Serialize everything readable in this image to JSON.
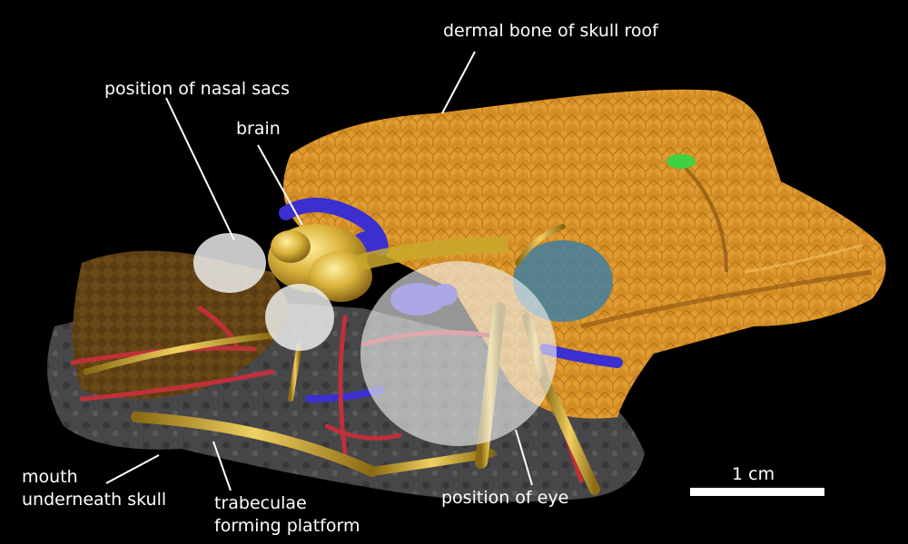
{
  "labels": {
    "skull_roof": "dermal bone of skull roof",
    "nasal_sacs": "position of nasal sacs",
    "brain": "brain",
    "mouth_line1": "mouth",
    "mouth_line2": "underneath skull",
    "trabeculae_line1": "trabeculae",
    "trabeculae_line2": "forming platform",
    "eye": "position of eye",
    "scale_bar": "1 cm"
  },
  "colors": {
    "background": "#000000",
    "skull_bone": "#d9952a",
    "brain_gold": "#d4b032",
    "vessels_red": "#c0303a",
    "vessels_blue": "#3b2fd0",
    "palate_grey": "#4a4a4c",
    "nerve_gold": "#c9a82c",
    "teal_patch": "#3f7fa0",
    "marker_green": "#3fd13f",
    "overlay_white": "#f2f2f2",
    "text": "#ffffff"
  }
}
